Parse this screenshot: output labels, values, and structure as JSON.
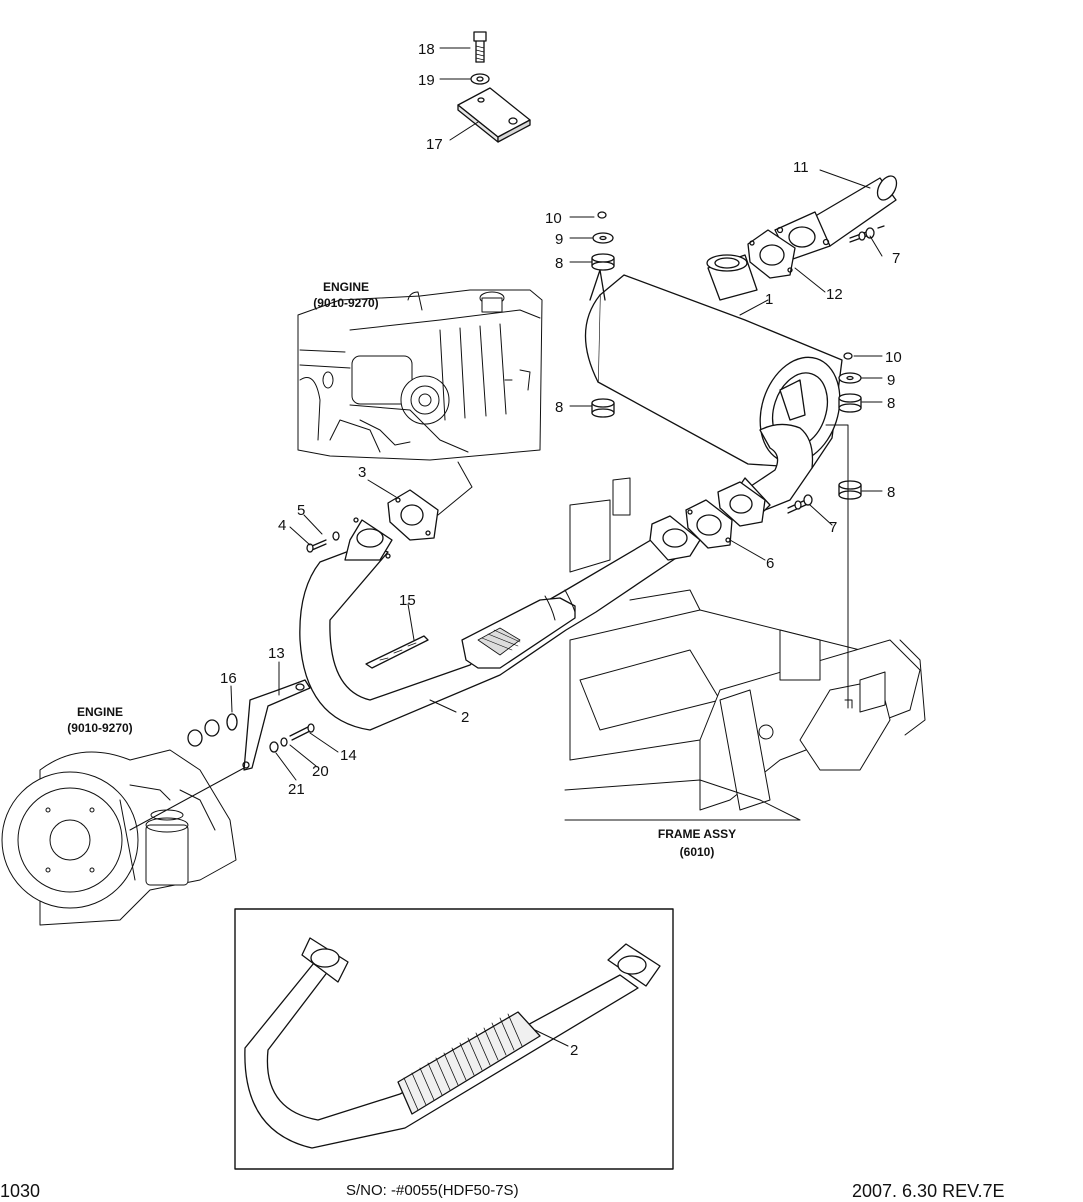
{
  "diagram": {
    "callouts": {
      "p1": "1",
      "p2": "2",
      "p2_inset": "2",
      "p3": "3",
      "p4": "4",
      "p5": "5",
      "p6": "6",
      "p7a": "7",
      "p7b": "7",
      "p8a": "8",
      "p8b": "8",
      "p8c": "8",
      "p8d": "8",
      "p9a": "9",
      "p9b": "9",
      "p10a": "10",
      "p10b": "10",
      "p11": "11",
      "p12": "12",
      "p13": "13",
      "p14": "14",
      "p15": "15",
      "p16": "16",
      "p17": "17",
      "p18": "18",
      "p19": "19",
      "p20": "20",
      "p21": "21"
    },
    "captions": {
      "engine_top_title": "ENGINE",
      "engine_top_ref": "(9010-9270)",
      "engine_left_title": "ENGINE",
      "engine_left_ref": "(9010-9270)",
      "frame_title": "FRAME ASSY",
      "frame_ref": "(6010)"
    }
  },
  "footer": {
    "page_number": "1030",
    "serial_range": "S/NO: -#0055(HDF50-7S)",
    "revision": "2007. 6.30  REV.7E"
  }
}
